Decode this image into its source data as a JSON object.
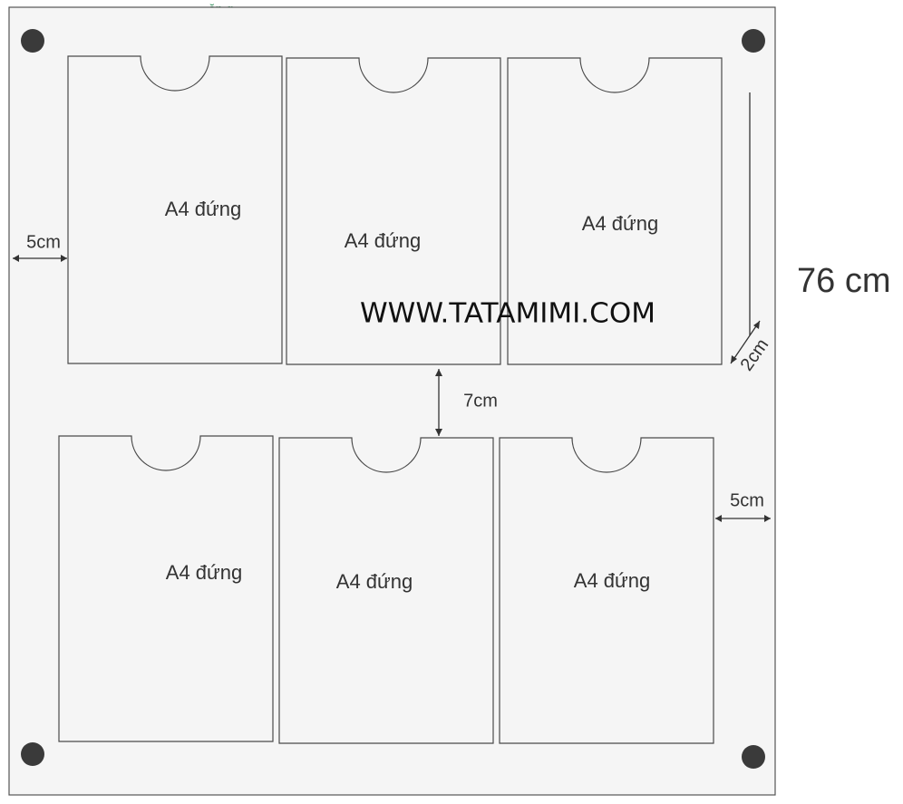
{
  "header_fragment": "ặp      g",
  "pocket_label": "A4 đứng",
  "pockets": [
    {
      "label": "A4 đứng"
    },
    {
      "label": "A4 đứng"
    },
    {
      "label": "A4 đứng"
    },
    {
      "label": "A4 đứng"
    },
    {
      "label": "A4 đứng"
    },
    {
      "label": "A4 đứng"
    }
  ],
  "dimensions": {
    "left_margin": "5cm",
    "right_margin": "5cm",
    "row_gap": "7cm",
    "pocket_gap": "2cm",
    "height": "76 cm"
  },
  "watermark": "WWW.TATAMIMI.COM",
  "colors": {
    "board_fill": "#f5f5f5",
    "outline": "#4a4a4a",
    "screw": "#3a3a3a",
    "header_text": "#2e8b57"
  }
}
